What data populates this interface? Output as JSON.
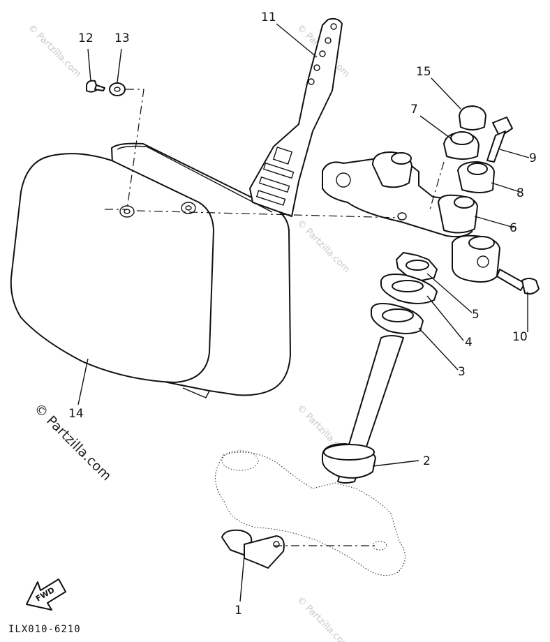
{
  "callouts": [
    {
      "id": "1",
      "label": "1"
    },
    {
      "id": "2",
      "label": "2"
    },
    {
      "id": "3",
      "label": "3"
    },
    {
      "id": "4",
      "label": "4"
    },
    {
      "id": "5",
      "label": "5"
    },
    {
      "id": "6",
      "label": "6"
    },
    {
      "id": "7",
      "label": "7"
    },
    {
      "id": "8",
      "label": "8"
    },
    {
      "id": "9",
      "label": "9"
    },
    {
      "id": "10",
      "label": "10"
    },
    {
      "id": "11",
      "label": "11"
    },
    {
      "id": "12",
      "label": "12"
    },
    {
      "id": "13",
      "label": "13"
    },
    {
      "id": "14",
      "label": "14"
    },
    {
      "id": "15",
      "label": "15"
    }
  ],
  "fwd_label": "FWD",
  "drawing_ref": "ILX010-6210",
  "watermark": "© Partzilla.com",
  "colors": {
    "line": "#111111",
    "background": "#ffffff",
    "watermark": "#c7c7c7"
  }
}
